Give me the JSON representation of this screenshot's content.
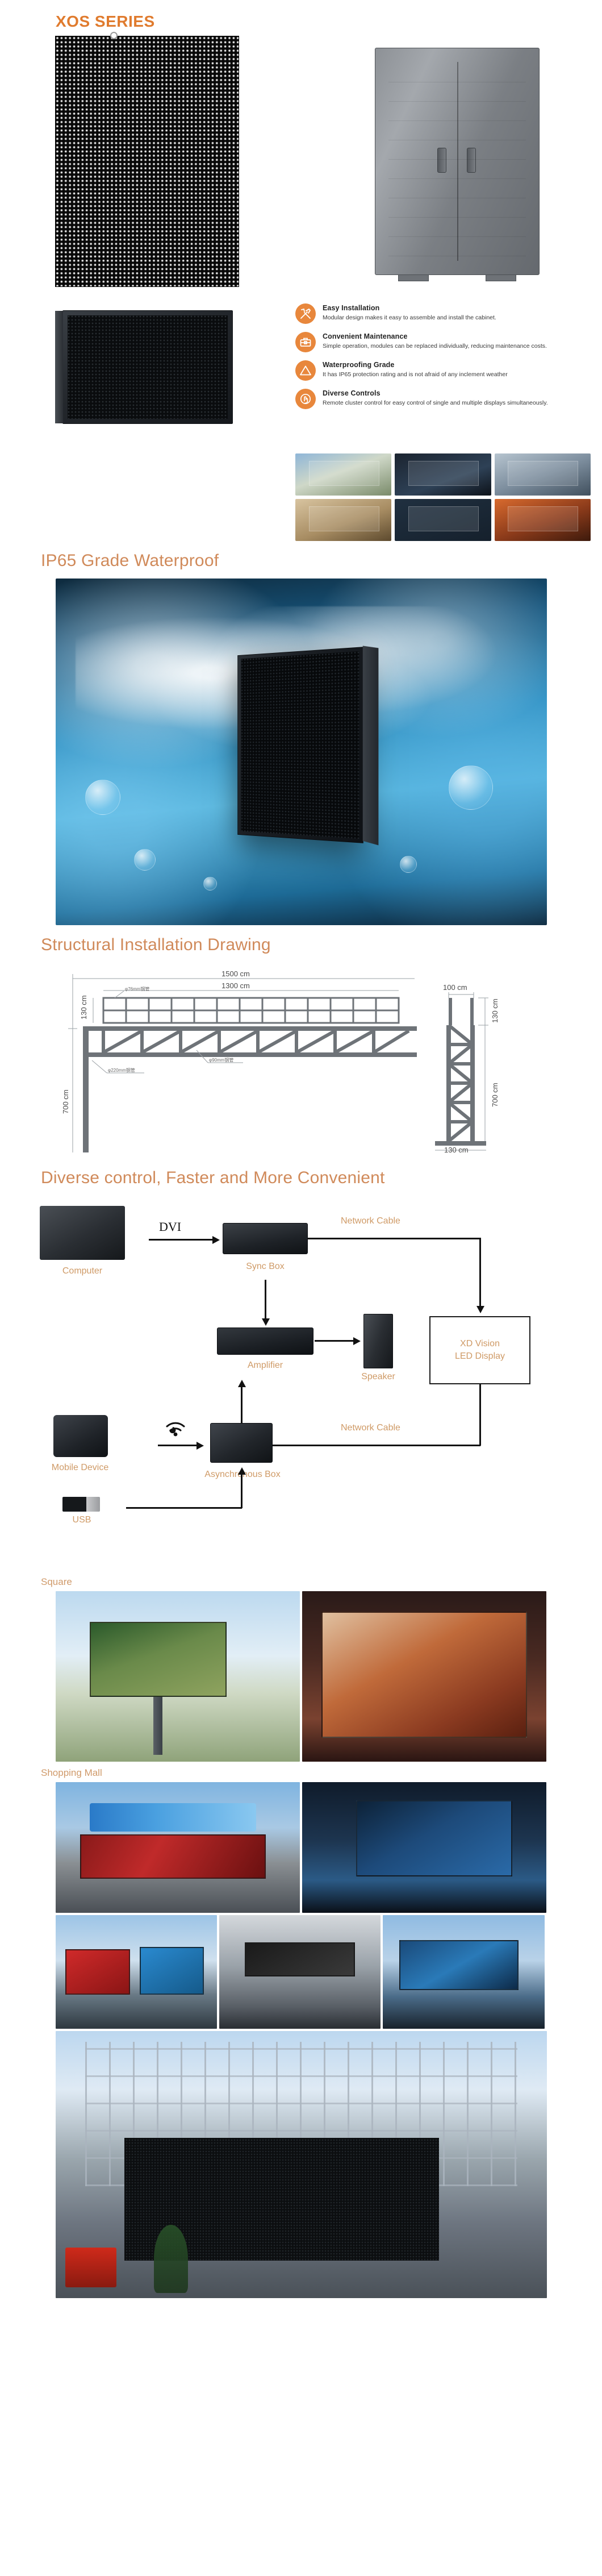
{
  "series": {
    "title": "XOS SERIES"
  },
  "features": [
    {
      "icon": "hammer-wrench-icon",
      "title": "Easy Installation",
      "desc": "Modular design makes it easy to assemble and install the cabinet."
    },
    {
      "icon": "toolbox-icon",
      "title": "Convenient Maintenance",
      "desc": "Simple operation, modules can be replaced individually, reducing maintenance costs."
    },
    {
      "icon": "warning-triangle-icon",
      "title": "Waterproofing Grade",
      "desc": "It has IP65 protection rating and is not afraid of any inclement weather"
    },
    {
      "icon": "touch-hand-icon",
      "title": "Diverse Controls",
      "desc": "Remote cluster control for easy control of single and multiple displays simultaneously."
    }
  ],
  "sections": {
    "waterproof": "IP65 Grade Waterproof",
    "structural": "Structural Installation Drawing",
    "control": "Diverse control, Faster and More Convenient"
  },
  "drawing": {
    "dim_total_width": "1500 cm",
    "dim_screen_width": "1300 cm",
    "dim_screen_height": "130 cm",
    "dim_pole_height": "700 cm",
    "dim_side_width": "100 cm",
    "dim_side_height": "130 cm",
    "dim_side_pole": "700 cm",
    "dim_base_width": "130 cm",
    "note_top_pipe": "φ76mm钢管",
    "note_mid_pipe": "φ90mm钢管",
    "note_main_pipe": "φ220mm钢管"
  },
  "control_diagram": {
    "computer": "Computer",
    "sync_box": "Sync Box",
    "amplifier": "Amplifier",
    "speaker": "Speaker",
    "mobile_device": "Mobile Device",
    "asynchronous_box": "Asynchronous Box",
    "usb": "USB",
    "dvi": "DVI",
    "network_cable_top": "Network Cable",
    "network_cable_bottom": "Network Cable",
    "display_line1": "XD Vision",
    "display_line2": "LED Display"
  },
  "applications": {
    "square": "Square",
    "shopping_mall": "Shopping Mall"
  },
  "colors": {
    "brand_orange": "#e07b2e",
    "heading_tan": "#d08a5a",
    "icon_orange": "#e8873c",
    "label_tan": "#cf9a66"
  }
}
